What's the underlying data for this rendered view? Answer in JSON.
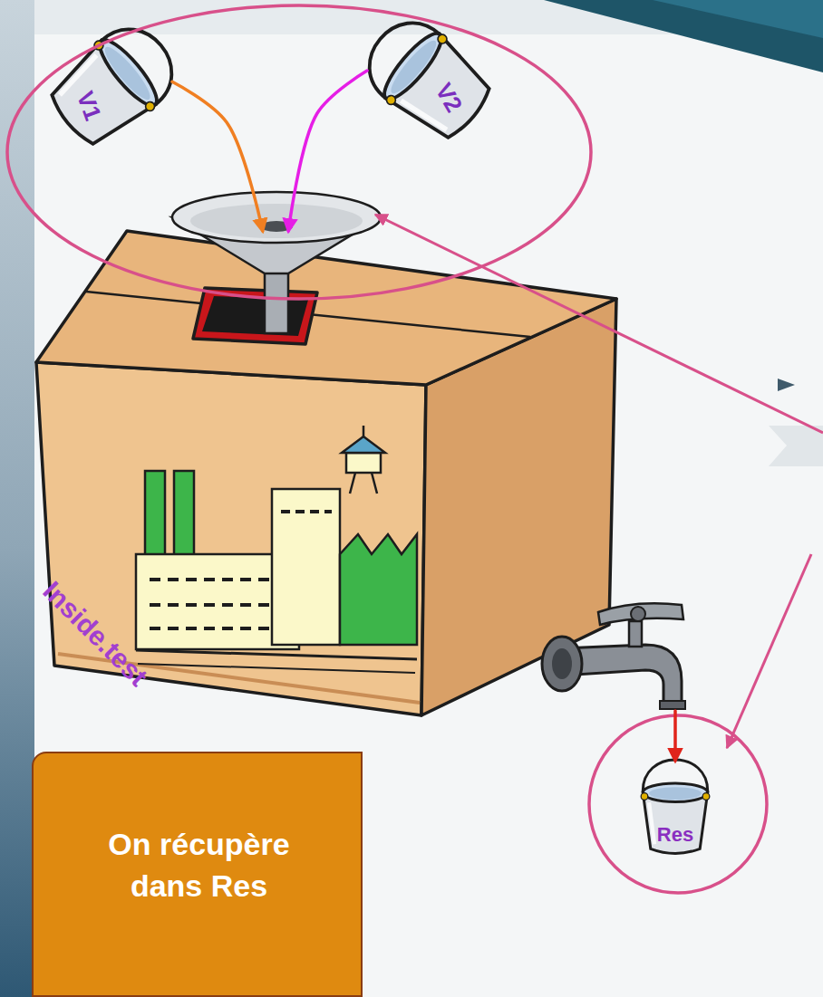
{
  "diagram": {
    "nodes": [
      {
        "text": [
          "V1"
        ]
      },
      {
        "text": [
          "V2"
        ]
      },
      {
        "text": [
          "Inside.test"
        ]
      },
      {
        "text": [
          "Res"
        ]
      },
      {
        "text": [
          "On récupère dans Res"
        ]
      }
    ],
    "edges": [
      {
        "from": 0,
        "to": 2,
        "arrow": "to"
      },
      {
        "from": 1,
        "to": 2,
        "arrow": "to"
      },
      {
        "from": 2,
        "to": 3,
        "arrow": "to"
      }
    ]
  }
}
